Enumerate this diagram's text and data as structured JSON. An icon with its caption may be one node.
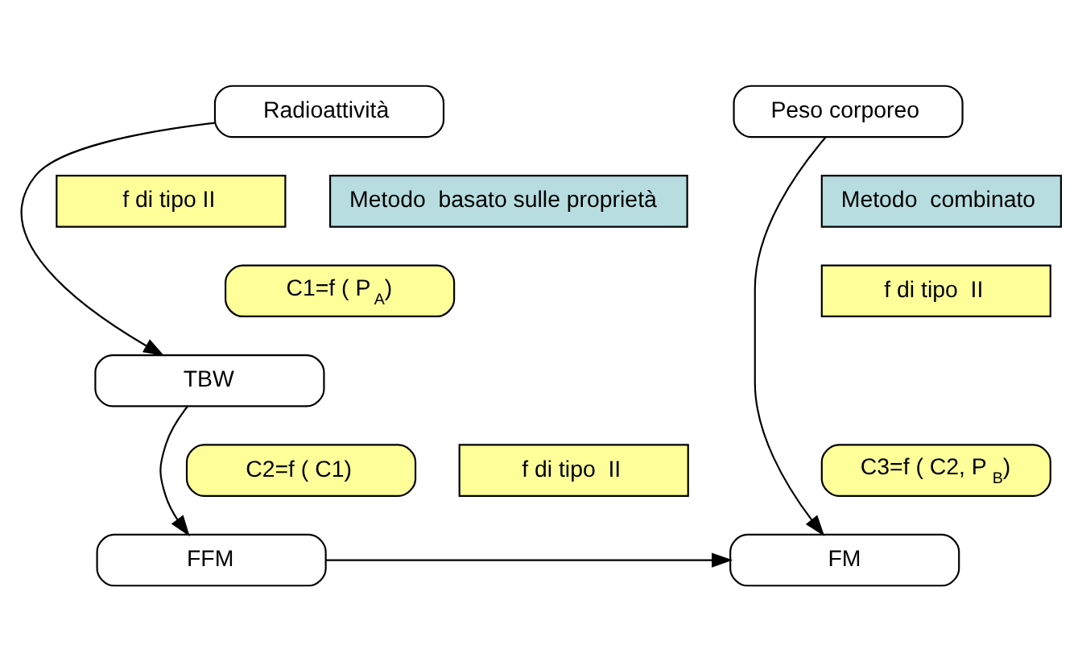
{
  "diagram": {
    "nodes": [
      {
        "text": [
          "Radioattività"
        ]
      },
      {
        "text": [
          "Peso corporeo"
        ]
      },
      {
        "text": [
          "Metodo  basato sulle proprietà"
        ]
      },
      {
        "text": [
          "Metodo  combinato"
        ]
      },
      {
        "text": [
          "f di tipo II"
        ]
      },
      {
        "text": [
          "C1=f ( P$_{A}$)"
        ]
      },
      {
        "text": [
          "f di tipo  II"
        ]
      },
      {
        "text": [
          "TBW"
        ]
      },
      {
        "text": [
          "f di tipo  II"
        ]
      },
      {
        "text": [
          "C2=f ( C1)"
        ]
      },
      {
        "text": [
          "C3=f ( C2, P$_{B}$)"
        ]
      },
      {
        "text": [
          "FFM"
        ]
      },
      {
        "text": [
          "FM"
        ]
      }
    ],
    "edges": [
      {
        "from": 0,
        "to": 7,
        "arrow": "to"
      },
      {
        "from": 7,
        "to": 11,
        "arrow": "to"
      },
      {
        "from": 11,
        "to": 12,
        "arrow": "to"
      },
      {
        "from": 1,
        "to": 12,
        "arrow": "to"
      }
    ]
  }
}
